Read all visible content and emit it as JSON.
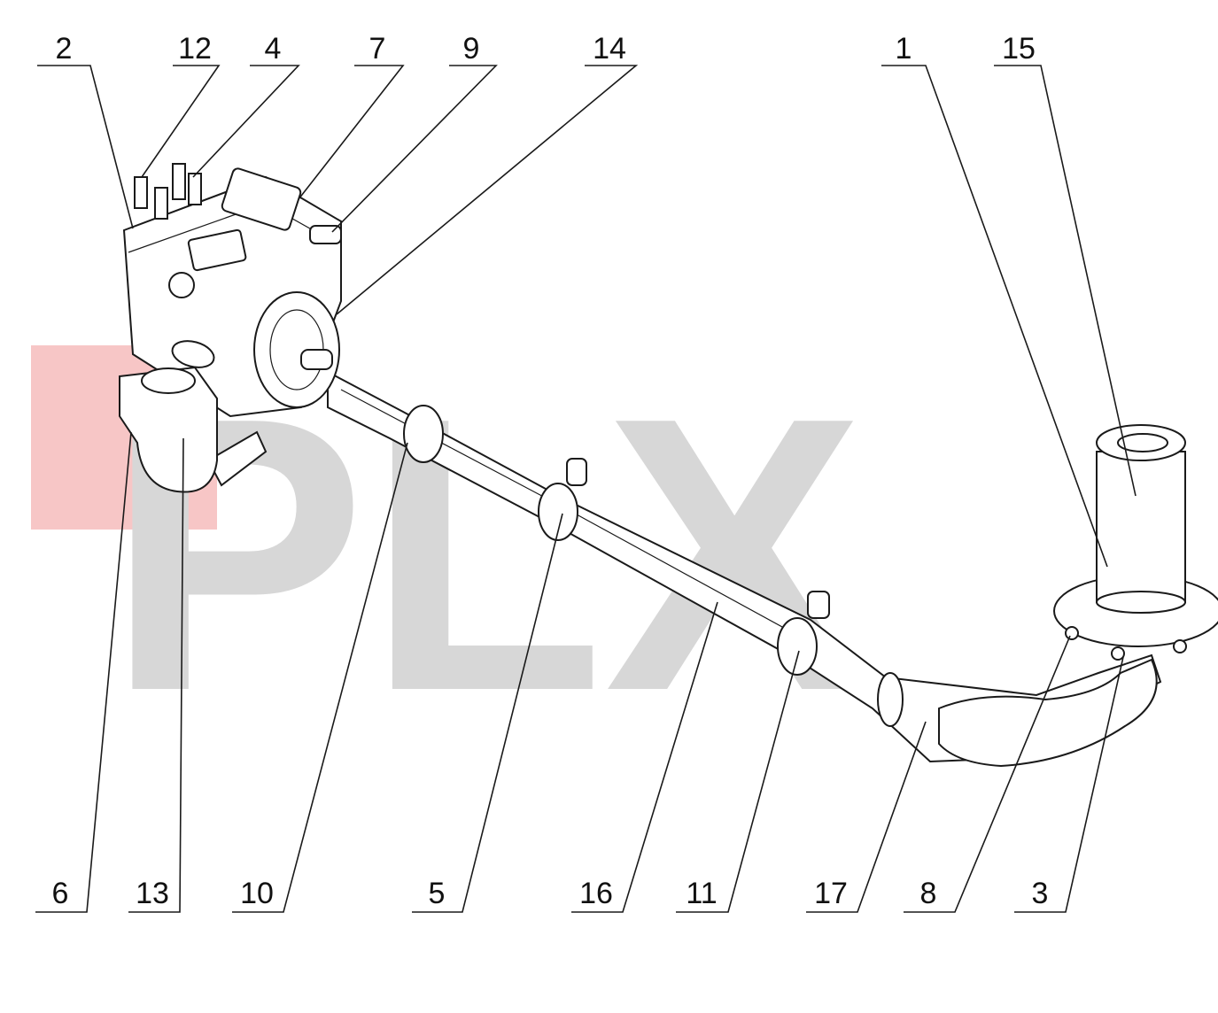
{
  "watermark": {
    "text": "PLX",
    "color": "#d7d7d7",
    "accent_color": "#f7c6c6"
  },
  "callouts_top": [
    "2",
    "12",
    "4",
    "7",
    "9",
    "14",
    "1",
    "15"
  ],
  "callouts_bottom": [
    "6",
    "13",
    "10",
    "5",
    "16",
    "11",
    "17",
    "8",
    "3"
  ],
  "colors": {
    "line": "#1a1a1a",
    "background": "#ffffff"
  }
}
